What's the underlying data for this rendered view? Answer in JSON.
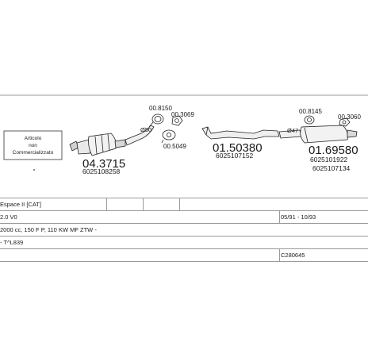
{
  "note_box": {
    "lines": [
      "Articolo",
      "non",
      "Commercializzato"
    ]
  },
  "parts": [
    {
      "number": "04.3715",
      "oem": [
        "6025108258"
      ]
    },
    {
      "number": "01.50380",
      "oem": [
        "6025107152"
      ]
    },
    {
      "number": "01.69580",
      "oem": [
        "6025101922",
        "6025107134"
      ]
    }
  ],
  "fittings": [
    {
      "number": "00.8150"
    },
    {
      "number": "00.3069"
    },
    {
      "number": "00.5049"
    },
    {
      "number": "00.8145"
    },
    {
      "number": "00.3060"
    }
  ],
  "diameters": [
    "Ø50",
    "Ø47"
  ],
  "table": {
    "rows": [
      {
        "left": "Espace II [CAT]",
        "right": ""
      },
      {
        "left": "2.0 V0",
        "right": "05/91 - 10/93"
      },
      {
        "left": "2000 cc, 150 F P, 110 KW MF ZTW -",
        "right": ""
      },
      {
        "left": "- T^L839",
        "right": ""
      },
      {
        "left": "",
        "right": "C280645"
      }
    ]
  }
}
